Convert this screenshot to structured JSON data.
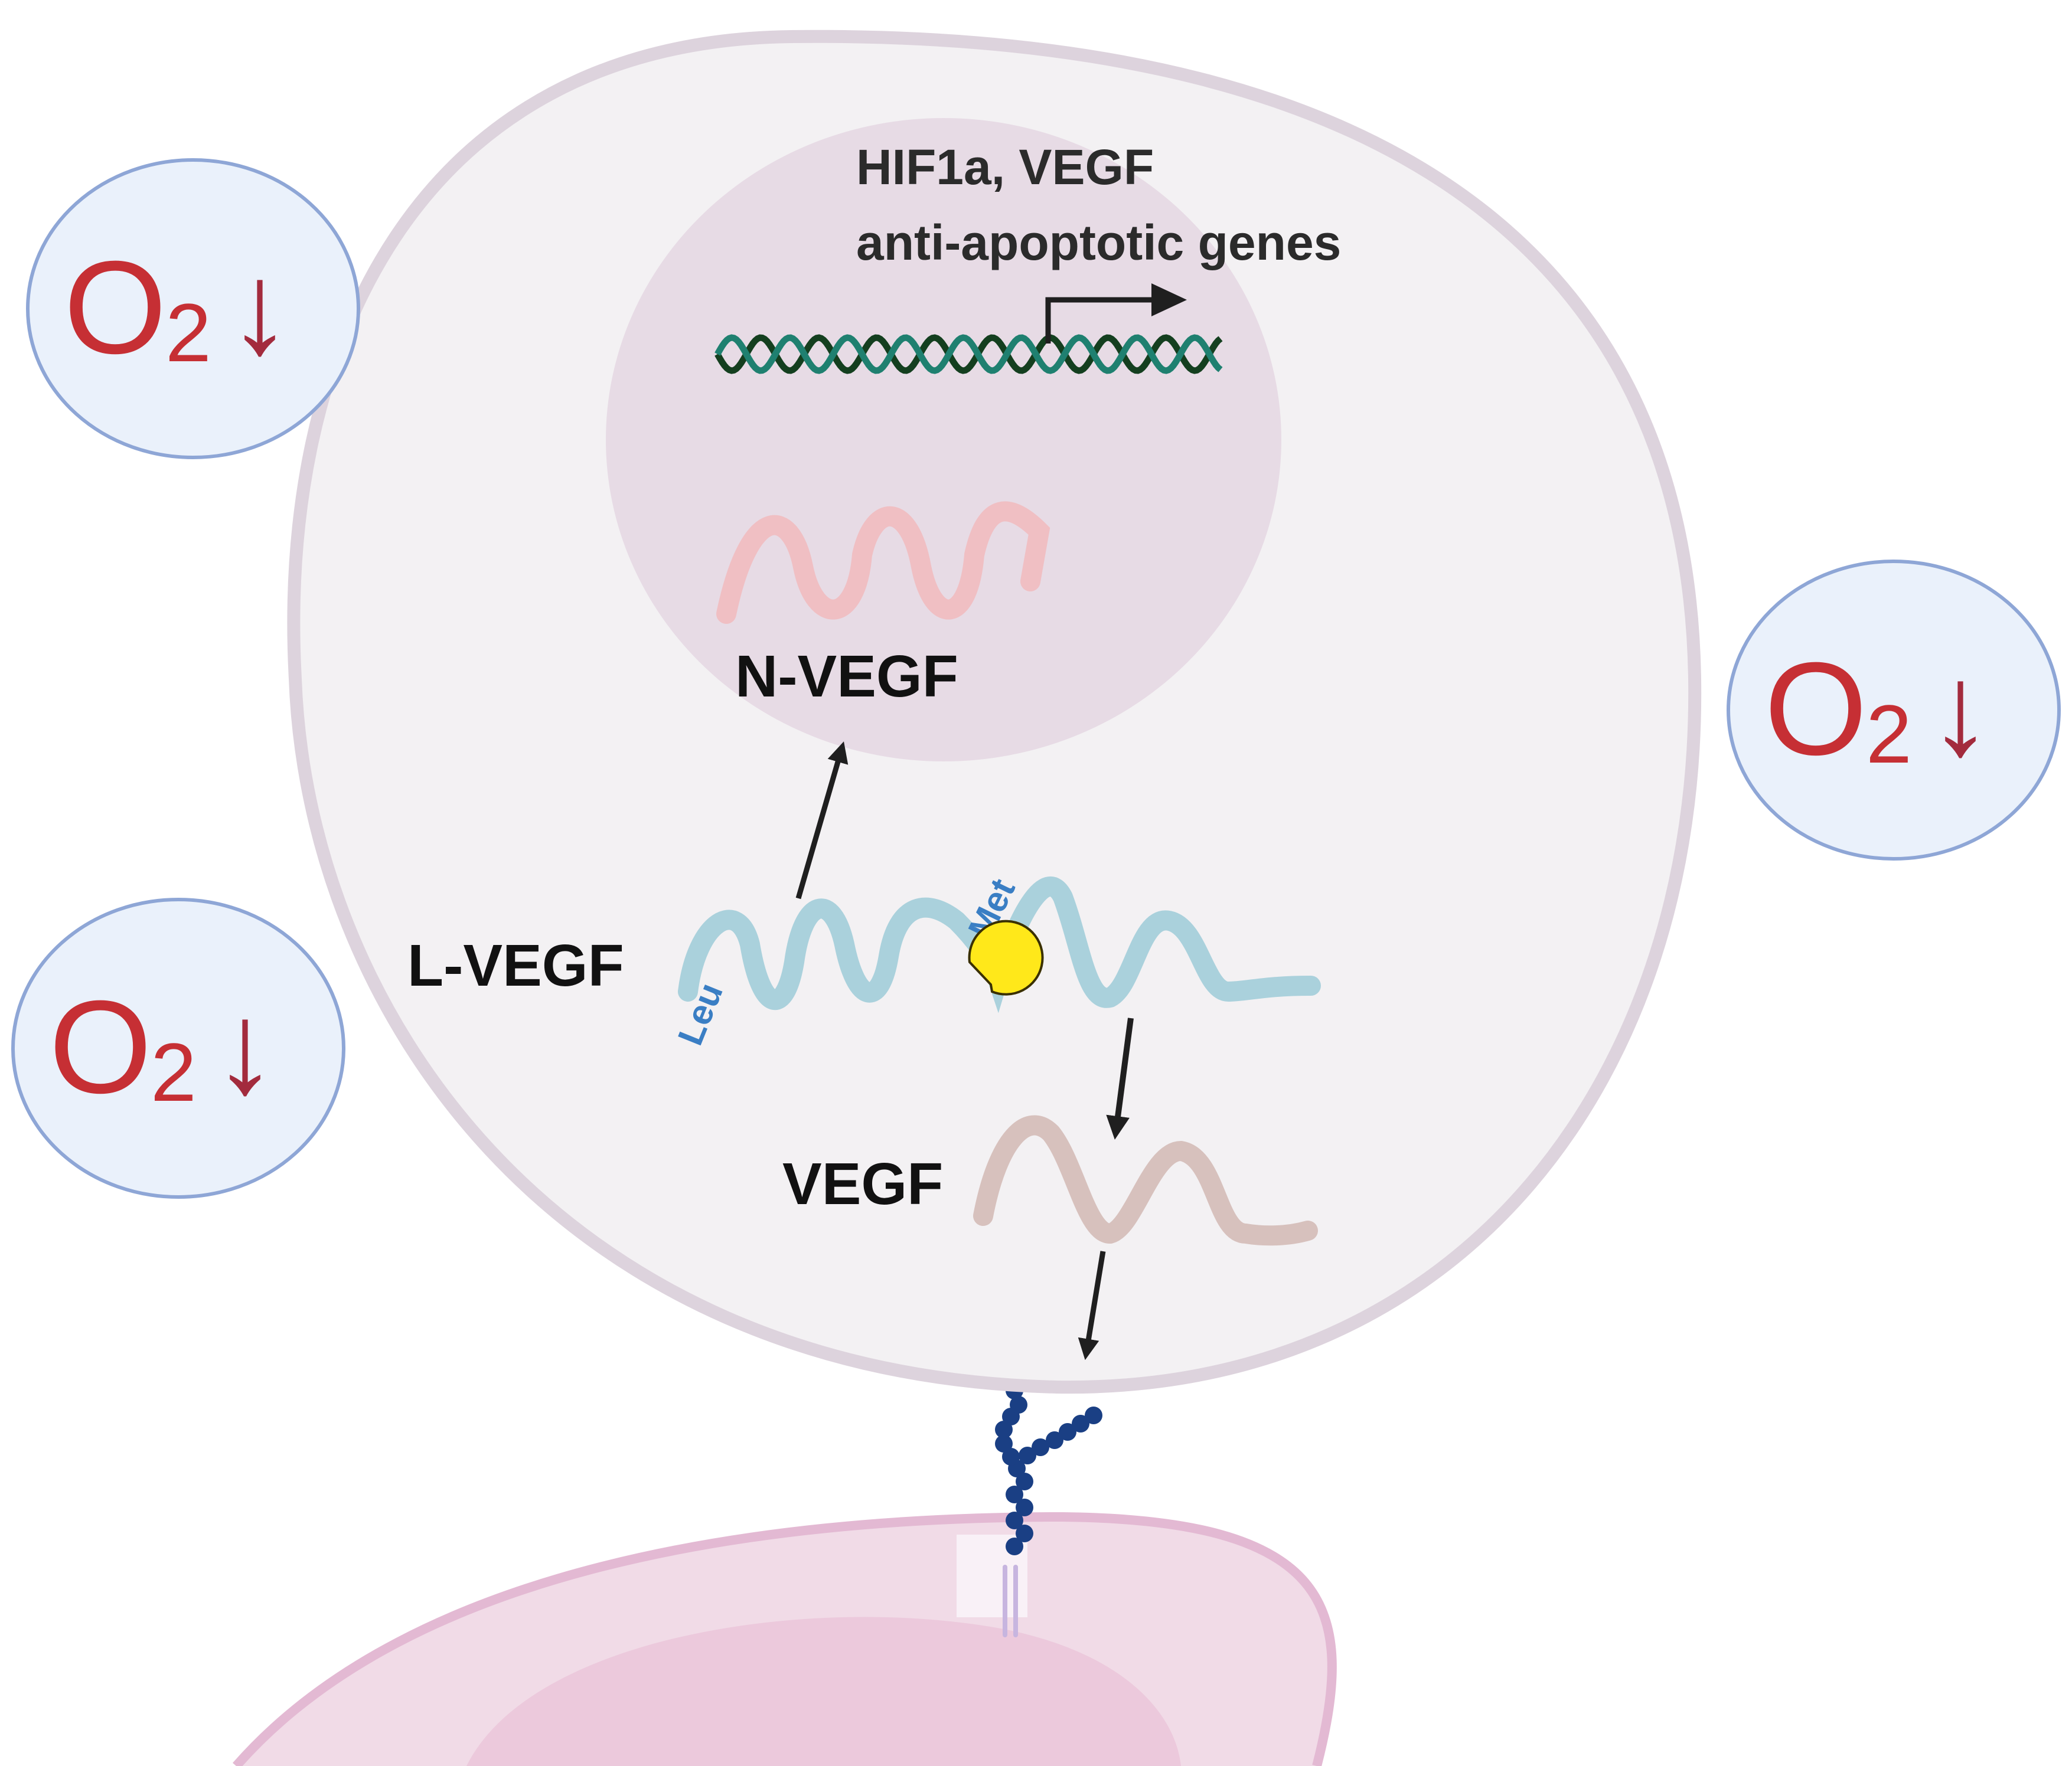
{
  "colors": {
    "oxygen_text": "#c62f34",
    "oxygen_arrow": "#a32b3d",
    "oxygen_bubble_fill": "#eaf1fb",
    "oxygen_bubble_stroke": "#8ea6d6",
    "cell_fill": "#f3f1f3",
    "cell_stroke": "#ddd3dd",
    "nucleus_fill": "#e7dbe5",
    "dna_strand_a": "#143f1f",
    "dna_strand_b": "#1f8070",
    "n_vegf_strand": "#f0bfc3",
    "l_vegf_strand": "#aad1dc",
    "vegf_strand": "#d7c1bd",
    "cleavage_enzyme": "#ffe81a",
    "residue_label": "#3a7ec4",
    "receptor_beads": "#1a3f84",
    "target_cell": "#f1dbe7",
    "target_nucleus": "#ecc9dc"
  },
  "oxygen_indicators": [
    {
      "symbol": "O",
      "subscript": "2",
      "arrow": "↓"
    },
    {
      "symbol": "O",
      "subscript": "2",
      "arrow": "↓"
    },
    {
      "symbol": "O",
      "subscript": "2",
      "arrow": "↓"
    }
  ],
  "nucleus": {
    "genes_line1": "HIF1a, VEGF",
    "genes_line2": "anti-apoptotic genes",
    "n_vegf_label": "N-VEGF"
  },
  "l_vegf": {
    "label": "L-VEGF",
    "start_codon_label": "Leu",
    "cleavage_codon_label": "Met"
  },
  "vegf": {
    "label": "VEGF"
  }
}
